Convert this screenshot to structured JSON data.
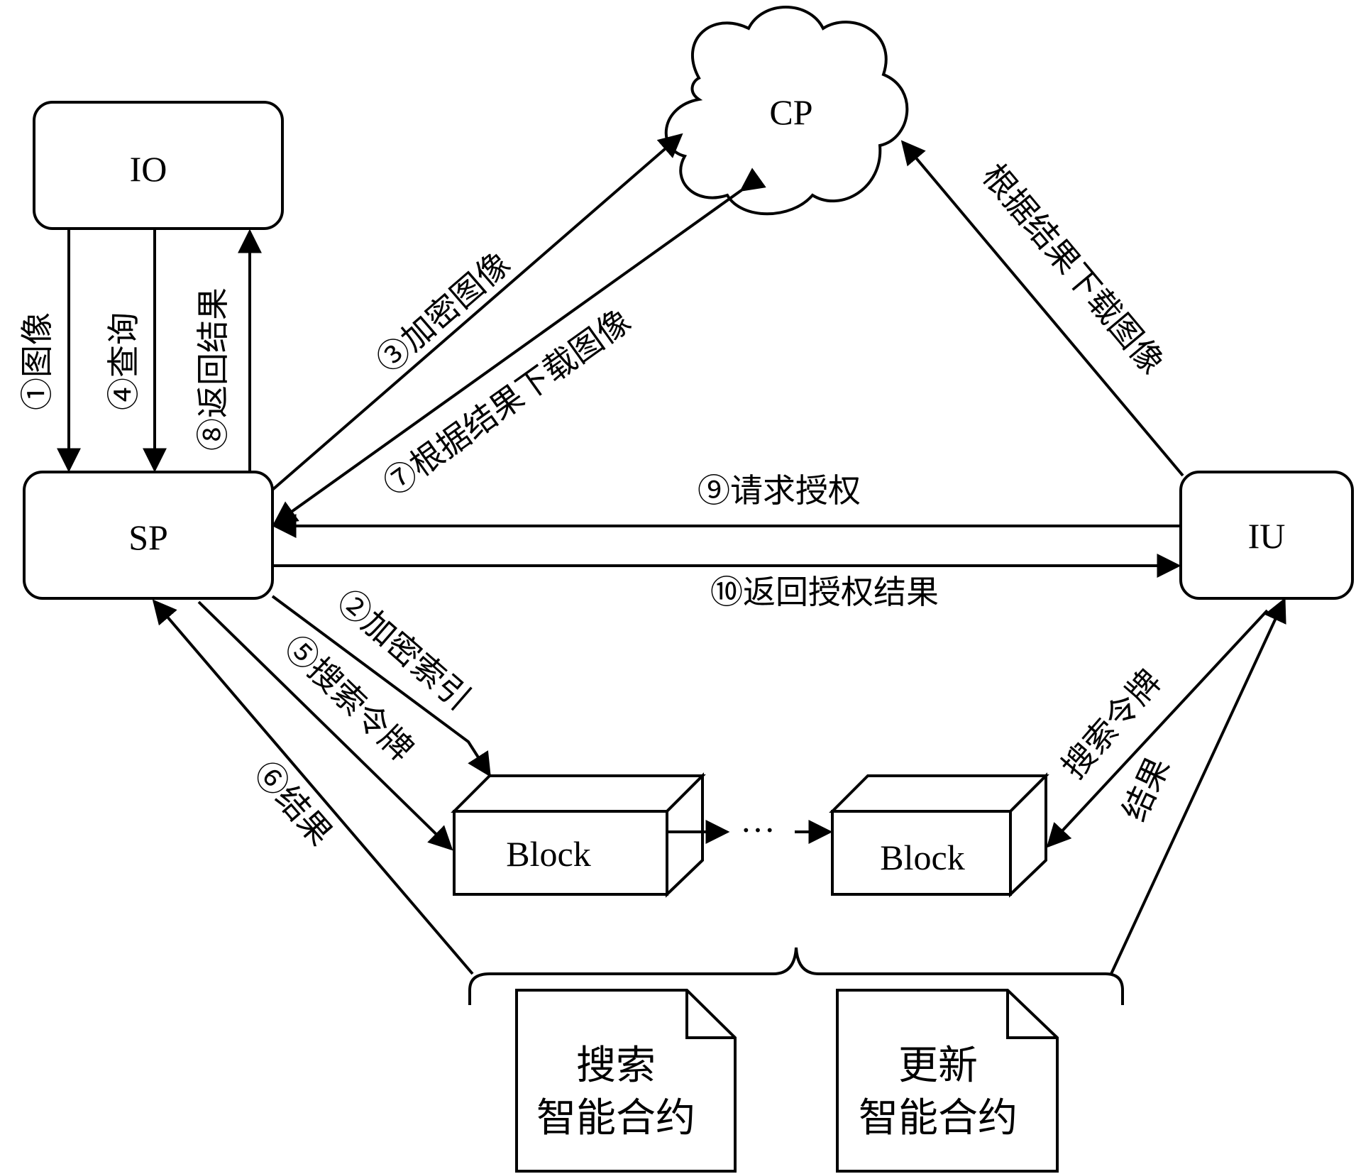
{
  "nodes": {
    "io": "IO",
    "sp": "SP",
    "cp": "CP",
    "iu": "IU",
    "block_left": "Block",
    "block_right": "Block",
    "ellipsis": "···"
  },
  "edges": {
    "e1": "①图像",
    "e4": "④查询",
    "e8": "⑧返回结果",
    "e3": "③加密图像",
    "e7": "⑦根据结果下载图像",
    "iu_cp": "根据结果下载图像",
    "e9": "⑨请求授权",
    "e10": "⑩返回授权结果",
    "e2": "②加密索引",
    "e5": "⑤搜索令牌",
    "e6": "⑥结果",
    "iu_token": "搜索令牌",
    "iu_result": "结果"
  },
  "contracts": {
    "search_line1": "搜索",
    "search_line2": "智能合约",
    "update_line1": "更新",
    "update_line2": "智能合约"
  }
}
